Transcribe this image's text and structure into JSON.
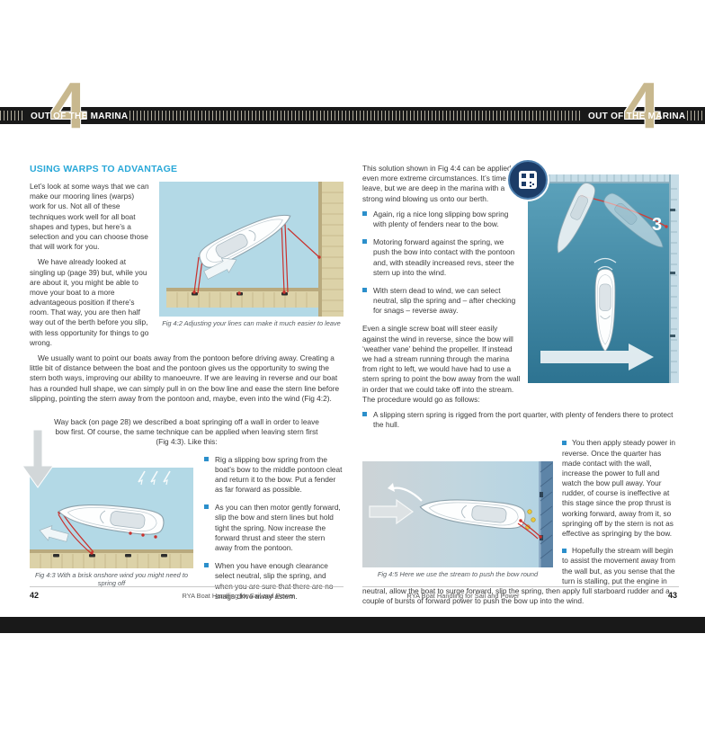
{
  "header": {
    "chapter_number": "4",
    "chapter_title": "OUT OF THE MARINA"
  },
  "left_page": {
    "page_number": "42",
    "footer_text": "RYA Boat Handling for Sail and Power",
    "section_heading": "USING WARPS TO ADVANTAGE",
    "para_1": "Let’s look at some ways that we can make our mooring lines (warps) work for us. Not all of these techniques work well for all boat shapes and types, but here’s a selection and you can choose those that will work for you.",
    "para_2": "We have already looked at singling up (page 39) but, while you are about it, you might be able to move your boat to a more advantageous position if there’s room. That way, you are then half way out of the berth before you slip, with less opportunity for things to go wrong.",
    "para_3": "We usually want to point our boats away from the pontoon before driving away. Creating a little bit of distance between the boat and the pontoon gives us the opportunity to swing the stern both ways, improving our ability to manoeuvre. If we are leaving in reverse and our boat has a rounded hull shape, we can simply pull in on the bow line and ease the stern line before slipping, pointing the stern away from the pontoon and, maybe, even into the wind (Fig 4:2).",
    "bridge_para": "Way back (on page 28) we described a boat springing off a wall in order to leave bow first. Of course, the same technique can be applied when leaving stern first (Fig 4:3). Like this:",
    "fig_4_2_caption": "Fig 4:2 Adjusting your lines can make it much easier to leave",
    "fig_4_3_caption": "Fig 4:3 With a brisk onshore wind you might need to spring off",
    "bullets": [
      "Rig a slipping bow spring from the boat’s bow to the middle pontoon cleat and return it to the bow. Put a fender as far forward as possible.",
      "As you can then motor gently forward, slip the bow and stern lines but hold tight the spring. Now increase the forward thrust and steer the stern away from the pontoon.",
      "When you have enough clearance select neutral, slip the spring, and when you are sure that there are no snags drive away astern."
    ]
  },
  "right_page": {
    "page_number": "43",
    "footer_text": "RYA Boat Handling for Sail and Power",
    "intro_para": "This solution shown in Fig 4:4 can be applied in even more extreme circumstances. It’s time to leave, but we are deep in the marina with a strong wind blowing us onto our berth.",
    "bullets_top": [
      "Again, rig a nice long slipping bow spring with plenty of fenders near to the bow.",
      "Motoring forward against the spring, we push the bow into contact with the pontoon and, with steadily increased revs, steer the stern up into the wind.",
      "With stern dead to wind, we can select neutral, slip the spring and – after checking for snags – reverse away."
    ],
    "middle_para": "Even a single screw boat will steer easily against the wind in reverse, since the bow will ‘weather vane’ behind the propeller. If instead we had a stream running through the marina from right to left, we would have had to use a stern spring to point the bow away from the wall in order that we could take off into the stream. The procedure would go as follows:",
    "bullets_bottom": [
      "A slipping stern spring is rigged from the port quarter, with plenty of fenders there to protect the hull.",
      "You then apply steady power in reverse. Once the quarter has made contact with the wall, increase the power to full and watch the bow pull away. Your rudder, of course is ineffective at this stage since the prop thrust is working forward, away from it, so springing off by the stern is not as effective as springing by the bow.",
      "Hopefully the stream will begin to assist the movement away from the wall but, as you sense that the turn is stalling, put the engine in neutral, allow the boat to surge forward, slip the spring, then apply full starboard rudder and a couple of bursts of forward power to push the bow up into the wind."
    ],
    "fig_4_4_label": "3",
    "fig_4_5_caption": "Fig 4:5 Here we use the stream to push the bow round"
  },
  "colors": {
    "accent_cyan": "#29a8d8",
    "bullet_blue": "#2b8fcb",
    "chapter_gold": "#c8b88e",
    "bar_black": "#191919",
    "water_light": "#b3d9e6",
    "water_dark": "#2d7391",
    "pontoon_tan": "#dcd2a8",
    "warp_red": "#c9302c",
    "fender_yellow": "#e9c83d"
  }
}
